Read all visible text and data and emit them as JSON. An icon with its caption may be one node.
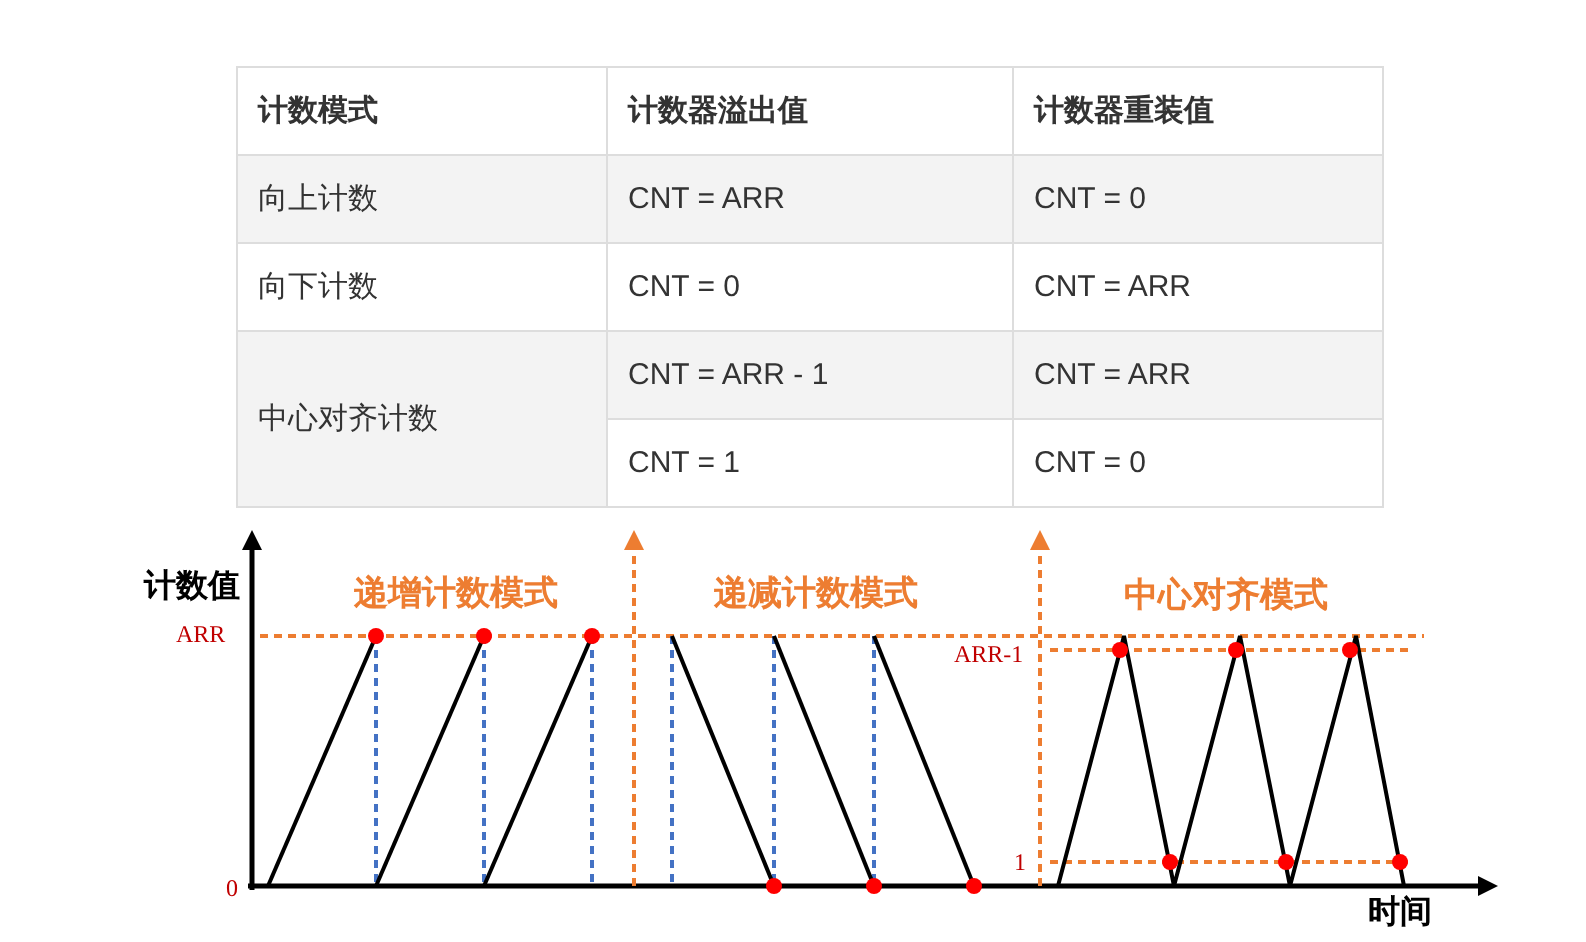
{
  "diagram": {
    "labels": [
      "计数模式",
      "计数器溢出值",
      "计数器重装值",
      "向上计数",
      "CNT = ARR",
      "CNT = 0",
      "向下计数",
      "CNT = 0",
      "CNT = ARR",
      "中心对齐计数",
      "CNT = ARR - 1",
      "CNT = ARR",
      "CNT = 1",
      "CNT = 0",
      "计数值",
      "递增计数模式",
      "递减计数模式",
      "中心对齐模式",
      "ARR",
      "ARR-1",
      "1",
      "0",
      "时间"
    ]
  }
}
